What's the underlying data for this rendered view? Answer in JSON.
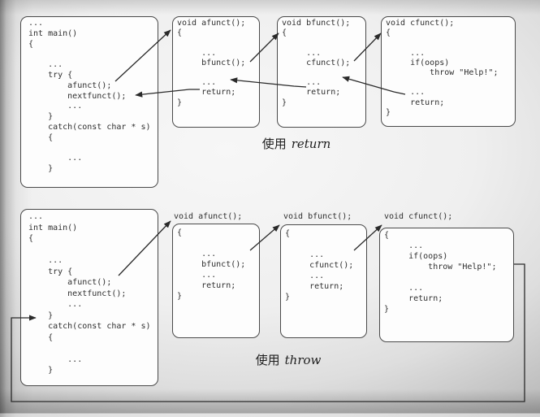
{
  "figure": {
    "top": {
      "caption_zh": "使用",
      "caption_keyword": "return",
      "main_code": "...\nint main()\n{\n\n    ...\n    try {\n        afunct();\n        nextfunct();\n        ...\n    }\n    catch(const char * s)\n    {\n\n        ...\n    }",
      "afunct_code": "void afunct();\n{\n\n     ...\n     bfunct();\n\n     ...\n     return;\n}",
      "bfunct_code": "void bfunct();\n{\n\n     ...\n     cfunct();\n\n     ...\n     return;\n}",
      "cfunct_code": "void cfunct();\n{\n\n     ...\n     if(oops)\n         throw \"Help!\";\n\n     ...\n     return;\n}"
    },
    "bottom": {
      "caption_zh": "使用",
      "caption_keyword": "throw",
      "afunct_header": "void afunct();",
      "bfunct_header": "void bfunct();",
      "cfunct_header": "void cfunct();",
      "main_code": "...\nint main()\n{\n\n    ...\n    try {\n        afunct();\n        nextfunct();\n        ...\n    }\n    catch(const char * s)\n    {\n\n        ...\n    }",
      "afunct_code": "{\n\n     ...\n     bfunct();\n     ...\n     return;\n}",
      "bfunct_code": "{\n\n     ...\n     cfunct();\n     ...\n     return;\n}",
      "cfunct_code": "{\n     ...\n     if(oops)\n         throw \"Help!\";\n\n     ...\n     return;\n}"
    },
    "colors": {
      "box_border": "#4a4a4a",
      "box_fill": "#fdfdfd",
      "code_text": "#2e2e2e",
      "arrow": "#2a2a2a",
      "background_light": "#f7f7f7",
      "background_dark": "#949494"
    }
  }
}
